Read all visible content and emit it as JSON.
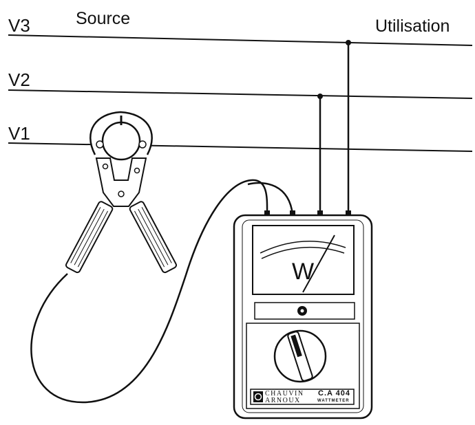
{
  "labels": {
    "v3": "V3",
    "v2": "V2",
    "v1": "V1",
    "source": "Source",
    "utilisation": "Utilisation"
  },
  "meter": {
    "dial_symbol": "W",
    "brand_line1": "CHAUVIN",
    "brand_line2": "ARNOUX",
    "model": "C.A 404",
    "model_subtitle": "WATTMETER"
  },
  "colors": {
    "ink": "#111111",
    "background": "#ffffff"
  }
}
